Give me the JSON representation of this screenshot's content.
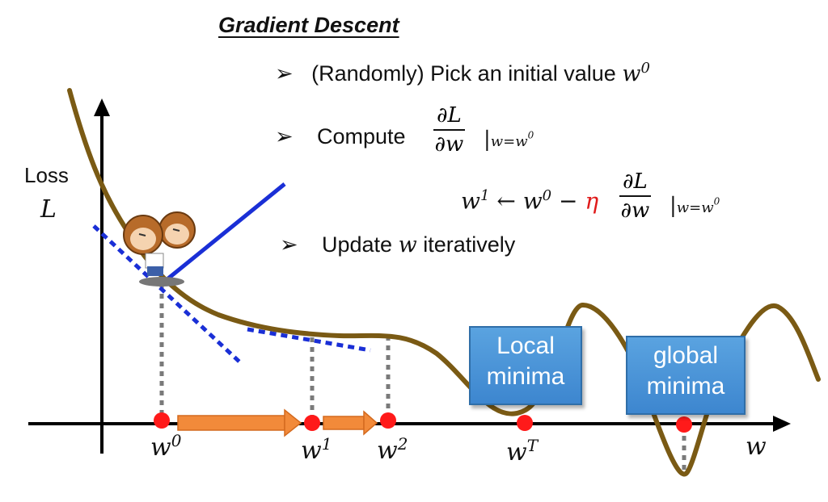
{
  "title": "Gradient Descent",
  "bullets": {
    "b1": "(Randomly) Pick an initial value",
    "b1_var": "w",
    "b1_sup": "0",
    "b2": "Compute",
    "b3_pre": "Update",
    "b3_var": "w",
    "b3_post": "iteratively"
  },
  "formula": {
    "num": "∂L",
    "den": "∂w",
    "eval_bar": "|",
    "eval_sub": "w=w",
    "eval_sup": "0",
    "lhs_var": "w",
    "lhs_sup": "1",
    "arrow": "←",
    "rhs_var": "w",
    "rhs_sup": "0",
    "minus": "−",
    "eta": "η"
  },
  "axis": {
    "y_label_1": "Loss",
    "y_label_2": "L",
    "x_label": "w"
  },
  "points": [
    {
      "label_var": "w",
      "label_sup": "0"
    },
    {
      "label_var": "w",
      "label_sup": "1"
    },
    {
      "label_var": "w",
      "label_sup": "2"
    },
    {
      "label_var": "w",
      "label_sup": "T"
    }
  ],
  "boxes": {
    "local": [
      "Local",
      "minima"
    ],
    "global": [
      "global",
      "minima"
    ]
  },
  "colors": {
    "curve": "#7a5a14",
    "tangent_solid": "#1a2fd6",
    "tangent_dotted": "#1a2fd6",
    "point": "#ff1a1a",
    "arrow": "#f28a3a",
    "eta": "#e01a1a",
    "box": "#4a94d8",
    "dotted_line": "#7a7a7a"
  },
  "icons": [
    "character-icon"
  ]
}
